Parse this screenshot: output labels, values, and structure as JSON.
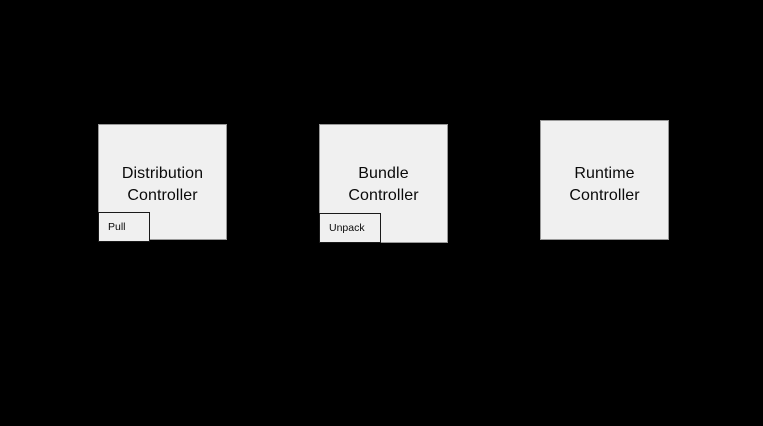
{
  "diagram": {
    "background_color": "#000000",
    "node_fill_color": "#f0f0f0",
    "node_border_color": "#999999",
    "sub_node_border_color": "#1a1a1a",
    "text_color": "#0a0a0a",
    "nodes": [
      {
        "id": "distribution-controller",
        "label": "Distribution\nController",
        "sub_node": {
          "id": "pull",
          "label": "Pull"
        }
      },
      {
        "id": "bundle-controller",
        "label": "Bundle\nController",
        "sub_node": {
          "id": "unpack",
          "label": "Unpack"
        }
      },
      {
        "id": "runtime-controller",
        "label": "Runtime\nController",
        "sub_node": null
      }
    ]
  }
}
